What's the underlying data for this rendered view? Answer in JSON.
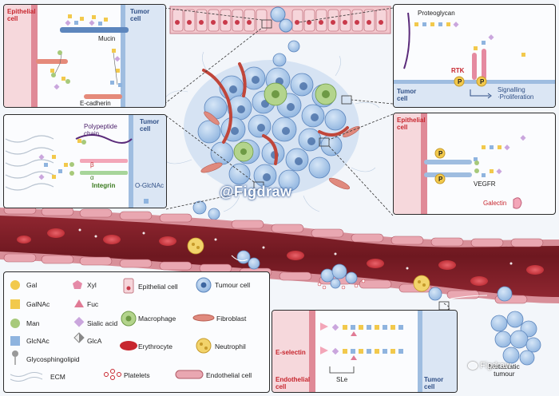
{
  "colors": {
    "gal": "#f2c94c",
    "galnac": "#f2c94c",
    "man": "#a7c97a",
    "glcnac": "#8fb4df",
    "xyl": "#e58aa8",
    "fuc": "#e07a95",
    "sialic": "#caa6dd",
    "glca": "#888",
    "tumor": "#8fb4df",
    "red": "#c7262e"
  },
  "panel_tl": {
    "epithelial": "Epithelial\ncell",
    "tumor": "Tumor\ncell",
    "mucin": "Mucin",
    "ecadherin": "E-cadherin"
  },
  "panel_ml": {
    "polypeptide": "Polypeptide\nchain",
    "tumor": "Tumor\ncell",
    "beta": "β",
    "alpha": "α",
    "integrin": "Integrin",
    "oglcnac": "O-GlcNAc"
  },
  "panel_tr": {
    "proteoglycan": "Proteoglycan",
    "rtk": "RTK",
    "p": "P",
    "tumor": "Tumor\ncell",
    "signalling": "Signalling\n·Proliferation"
  },
  "panel_mr": {
    "epithelial": "Epithelial\ncell",
    "p": "P",
    "vegfr": "VEGFR",
    "galectin": "Galectin"
  },
  "panel_br": {
    "eselectin": "E-selectin",
    "sle": "SLe",
    "endothelial": "Endothelial\ncell",
    "tumor": "Tumor\ncell",
    "metastatic": "Metastatic\ntumour"
  },
  "watermark": "@Figdraw",
  "wechat": "Figdraw",
  "legend": {
    "gal": "Gal",
    "galnac": "GalNAc",
    "man": "Man",
    "glcnac": "GlcNAc",
    "glycosphingolipid": "Glycosphingolipid",
    "ecm": "ECM",
    "xyl": "Xyl",
    "fuc": "Fuc",
    "sialic": "Sialic acid",
    "glca": "GlcA",
    "platelets": "Platelets",
    "epithelial": "Epithelial cell",
    "macrophage": "Macrophage",
    "erythrocyte": "Erythrocyte",
    "tumour": "Tumour cell",
    "fibroblast": "Fibroblast",
    "neutrophil": "Neutrophil",
    "endothelial": "Endothelial cell"
  }
}
